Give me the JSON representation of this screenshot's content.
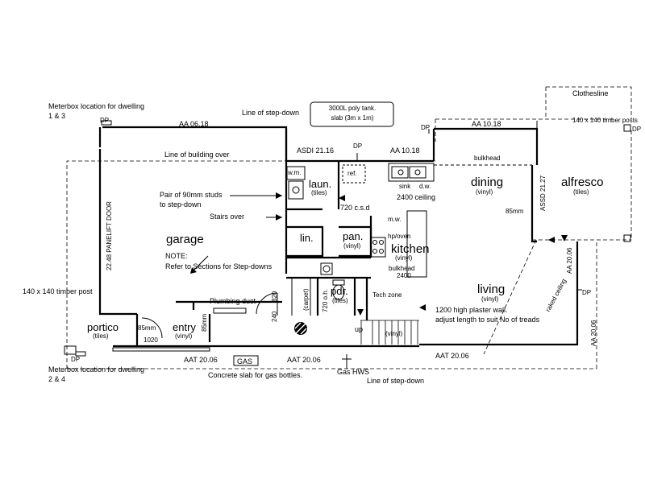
{
  "rooms": {
    "garage": "garage",
    "portico": "portico",
    "portico_floor": "(tiles)",
    "entry": "entry",
    "entry_floor": "(vinyl)",
    "laun": "laun.",
    "laun_floor": "(tiles)",
    "lin": "lin.",
    "pan": "pan.",
    "pan_floor": "(vinyl)",
    "kitchen": "kitchen",
    "kitchen_floor": "(vinyl)",
    "pdr": "pdr.",
    "pdr_floor": "(tiles)",
    "dining": "dining",
    "dining_floor": "(vinyl)",
    "alfresco": "alfresco",
    "alfresco_floor": "(tiles)",
    "living": "living",
    "living_floor": "(vinyl)"
  },
  "notes": {
    "meterbox_13_a": "Meterbox location for dwelling",
    "meterbox_13_b": "1 & 3",
    "meterbox_24_a": "Meterbox location for dwelling",
    "meterbox_24_b": "2 & 4",
    "line_stepdown_top": "Line of step-down",
    "line_stepdown_bottom": "Line of step-down",
    "poly_tank_a": "3000L poly tank.",
    "poly_tank_b": "slab (3m x 1m)",
    "clothesline": "Clothesline",
    "timber_post_right": "140 x 140 timber posts",
    "timber_post_left": "140 x 140 timber post",
    "line_of_building": "Line of building over",
    "pair_studs_a": "Pair of 90mm studs",
    "pair_studs_b": "to step-down",
    "stairs_over": "Stairs over",
    "note_title": "NOTE:",
    "note_body": "Refer to Sections for Step-downs",
    "plumbing_duct": "Plumbing duct",
    "ceiling_2400": "2400 ceiling",
    "csd_720": "720 c.s.d",
    "bulkhead_top": "bulkhead",
    "bulkhead_kitchen": "bulkhead",
    "bulkhead_kitchen_h": "2400",
    "plaster_wall_a": "1200 high plaster wall.",
    "plaster_wall_b": "adjust length to suit No of treads",
    "tech_zone": "Tech zone",
    "raked_ceiling": "raked ceiling",
    "concrete_slab": "Concrete slab for gas bottles.",
    "gas_hws": "Gas HWS",
    "gas": "GAS",
    "up": "up",
    "stair_vinyl": "(vinyl)",
    "carpet": "(carpet)",
    "door_panelift": "22.48 PANELIFT DOOR",
    "wm": "w.m.",
    "ref": "ref.",
    "sink": "sink",
    "dw": "d.w.",
    "mw": "m.w.",
    "hp_oven": "hp/oven",
    "hws_720": "720 o.h."
  },
  "dims": {
    "aa_0618": "AA 06.18",
    "asdi_2116": "ASDI 21.16",
    "aa_1018_mid": "AA 10.18",
    "aa_1018_right": "AA 10.18",
    "assd_2127": "ASSD 21.27",
    "aa_2006_a": "AA 20.06",
    "aa_2006_b": "AA 20.06",
    "aat_2006_a": "AAT 20.06",
    "aat_2006_b": "AAT 20.06",
    "aat_2006_c": "AAT 20.06",
    "mm85_dining": "85mm",
    "mm85_portico": "85mm",
    "mm85_entry": "85mm",
    "d1020": "1020",
    "d820": "820",
    "d240": "240"
  },
  "markers": {
    "dp_tl": "DP",
    "dp_mid": "DP",
    "dp_dining": "DP",
    "dp_right": "DP",
    "dp_living": "DP",
    "dp_bl": "DP"
  }
}
